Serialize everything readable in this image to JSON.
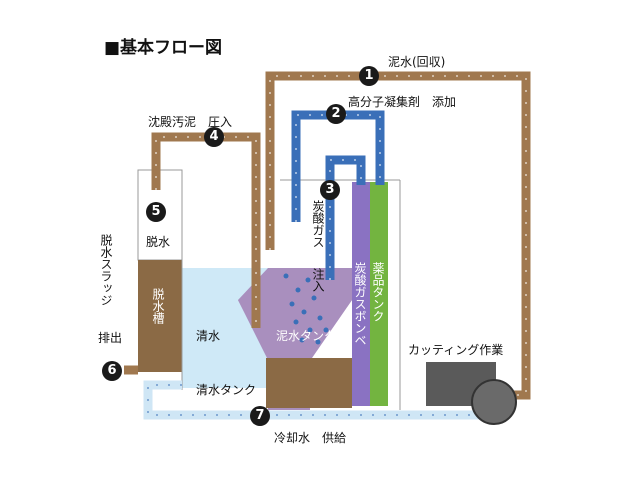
{
  "title": "■基本フロー図",
  "labels": {
    "mud_recovery": "泥水(回収)",
    "polymer_add": "高分子凝集剤　添加",
    "sludge_press": "沈殿汚泥　圧入",
    "dewater": "脱水",
    "co2": "炭酸ガス",
    "inject": "注入",
    "co2_cylinder": "炭酸ガスボンベ",
    "chem_tank": "薬品タンク",
    "dewater_tank": "脱水槽",
    "clear_water": "清水",
    "mud_tank": "泥水タンク",
    "clear_tank": "清水タンク",
    "cutting": "カッティング作業",
    "cooling": "冷却水　供給",
    "sludge_discharge": "脱水スラッジ",
    "discharge": "排出"
  },
  "steps": [
    "1",
    "2",
    "3",
    "4",
    "5",
    "6",
    "7"
  ],
  "colors": {
    "mud_pipe": "#a0784f",
    "polymer_pipe": "#3a6fb8",
    "clear_pipe": "#cfe6f5",
    "co2_cylinder": "#8a72c2",
    "chem_tank": "#73b440",
    "clear_water": "#cfe9f7",
    "mud_water": "#a98fbe",
    "sludge": "#8b6a45",
    "machine": "#5a5a5a"
  }
}
